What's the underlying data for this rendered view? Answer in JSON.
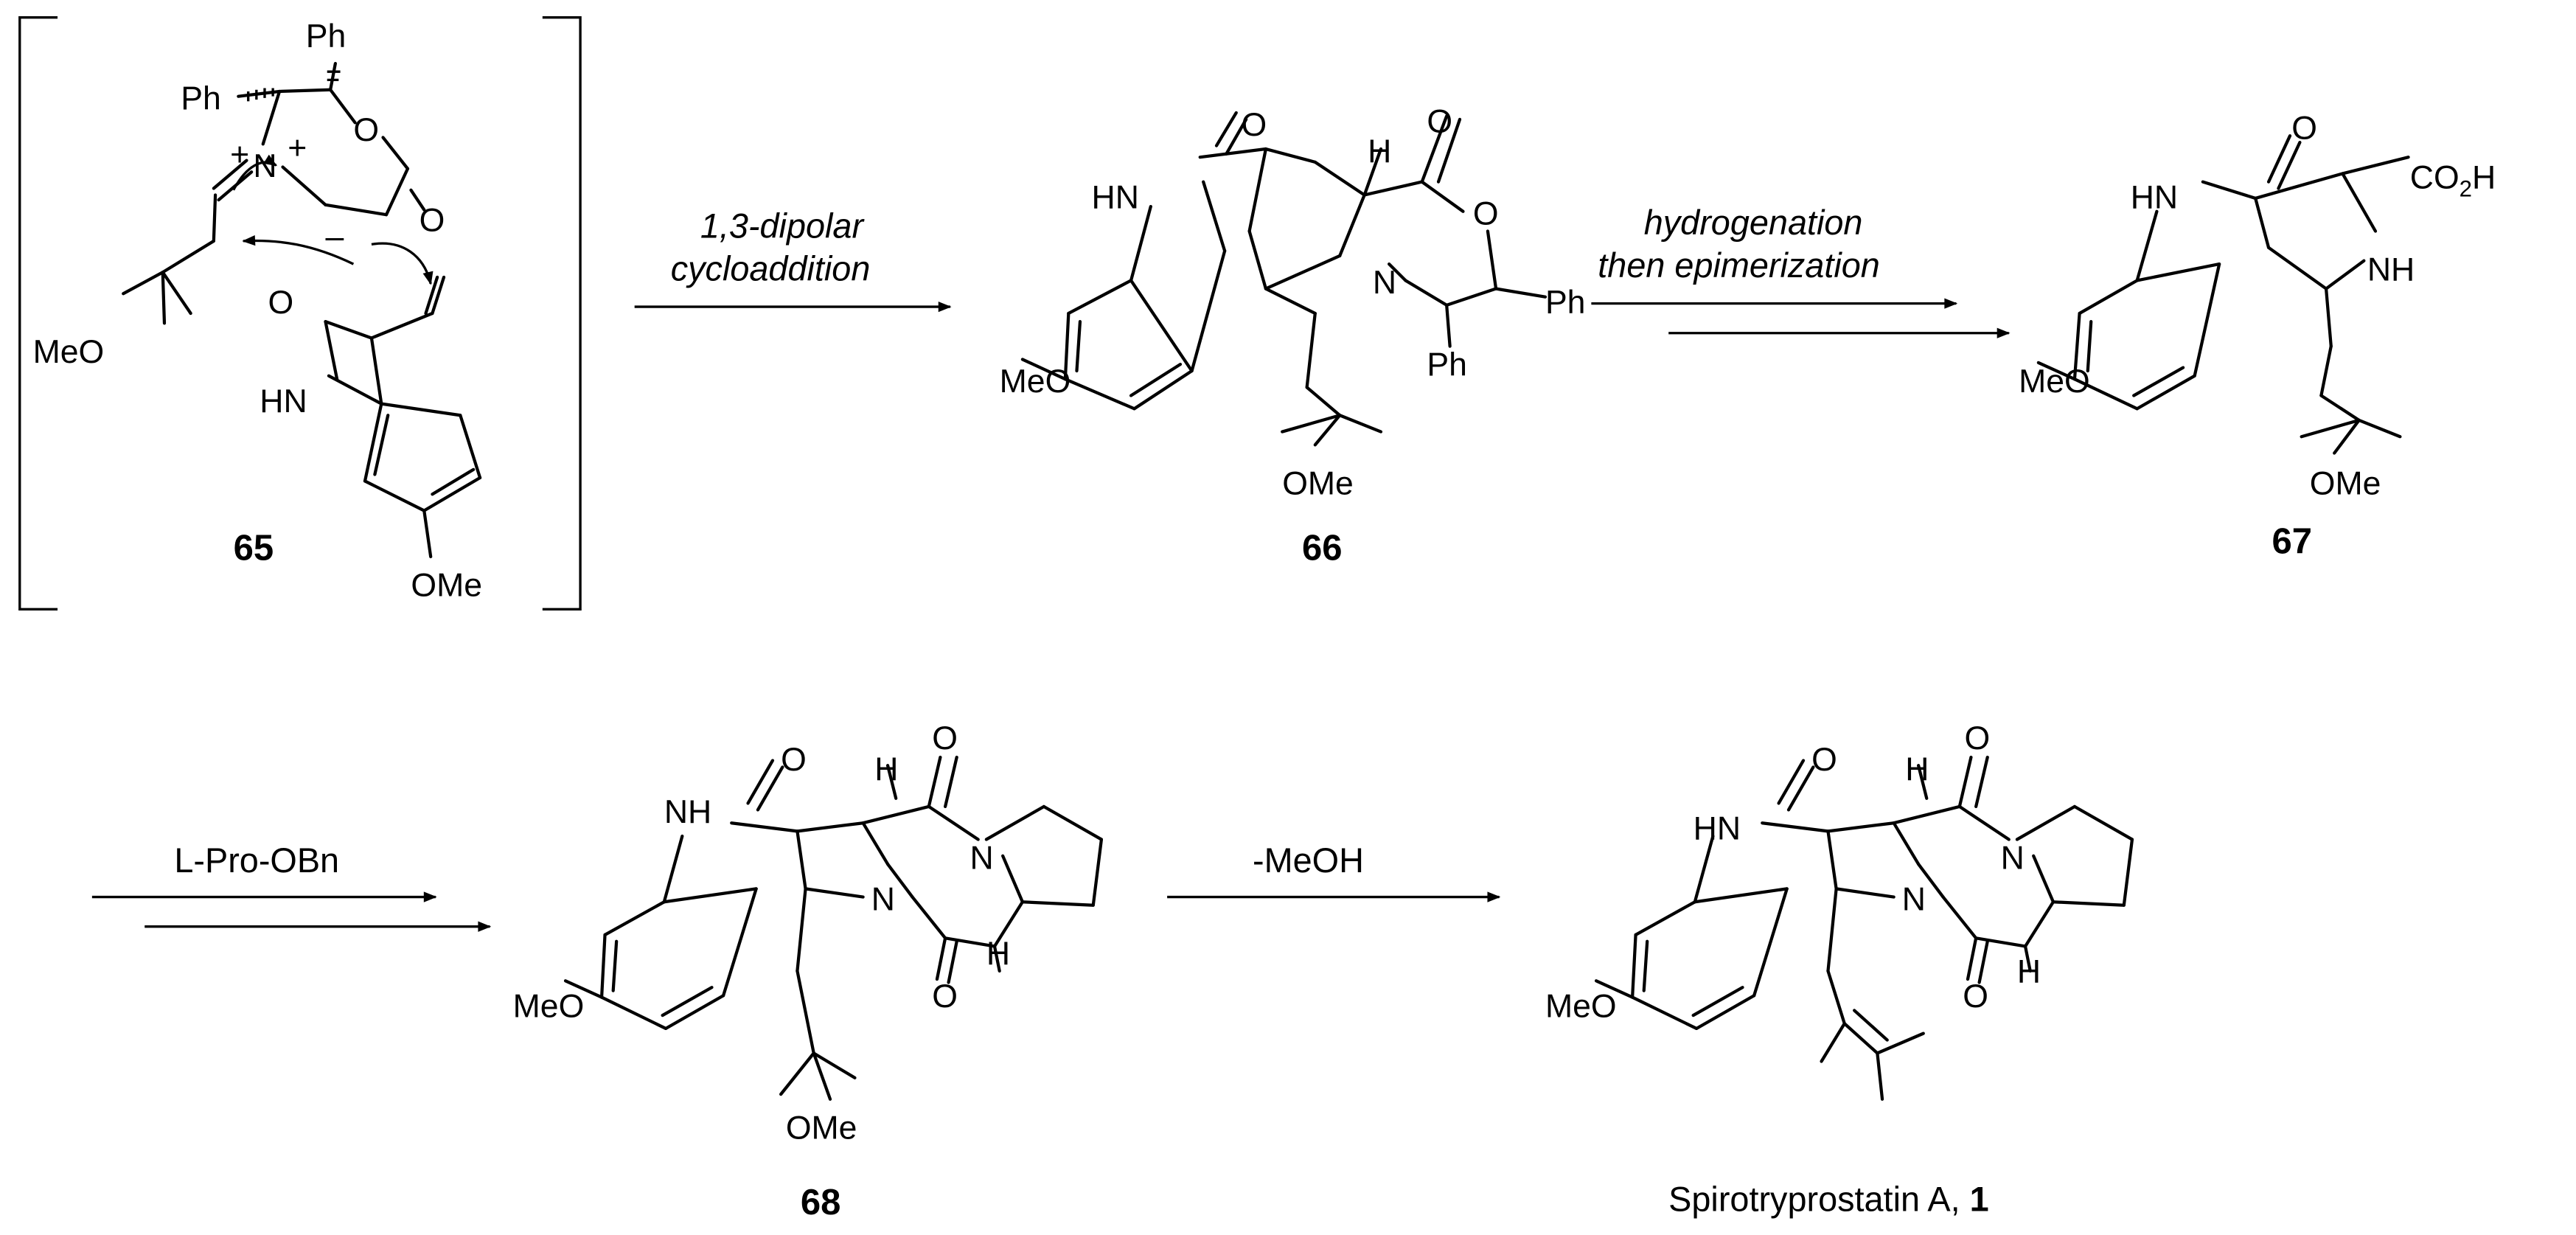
{
  "compounds": {
    "c65": {
      "number": "65",
      "atoms": {
        "ph1": "Ph",
        "ph2": "Ph",
        "n": "N",
        "o_ring": "O",
        "o_carbonyl": "O",
        "meo": "MeO",
        "o_oxindole": "O",
        "nh": "HN",
        "ome": "OMe",
        "plus1": "+",
        "plus2": "+",
        "minus": "–"
      }
    },
    "c66": {
      "number": "66",
      "atoms": {
        "hn": "HN",
        "o_lactam": "O",
        "h": "H",
        "o_carbonyl": "O",
        "o_ring": "O",
        "n": "N",
        "ph1": "Ph",
        "ph2": "Ph",
        "meo": "MeO",
        "ome": "OMe"
      }
    },
    "c67": {
      "number": "67",
      "atoms": {
        "hn": "HN",
        "o_lactam": "O",
        "co2h": "CO",
        "co2h_sub": "2",
        "co2h_h": "H",
        "nh": "NH",
        "meo": "MeO",
        "ome": "OMe"
      }
    },
    "c68": {
      "number": "68",
      "atoms": {
        "nh": "NH",
        "o_lactam": "O",
        "h1": "H",
        "o1": "O",
        "n1": "N",
        "n2": "N",
        "o2": "O",
        "h2": "H",
        "meo": "MeO",
        "ome": "OMe"
      }
    },
    "c1": {
      "name": "Spirotryprostatin A, ",
      "number": "1",
      "atoms": {
        "hn": "HN",
        "o_lactam": "O",
        "h1": "H",
        "o1": "O",
        "n1": "N",
        "n2": "N",
        "o2": "O",
        "h2": "H",
        "meo": "MeO"
      }
    }
  },
  "arrows": {
    "a1": {
      "line1": "1,3-dipolar",
      "line2": "cycloaddition"
    },
    "a2": {
      "line1": "hydrogenation",
      "line2": "then epimerization"
    },
    "a3": {
      "line1": "L-Pro-OBn"
    },
    "a4": {
      "line1": "-MeOH"
    }
  }
}
